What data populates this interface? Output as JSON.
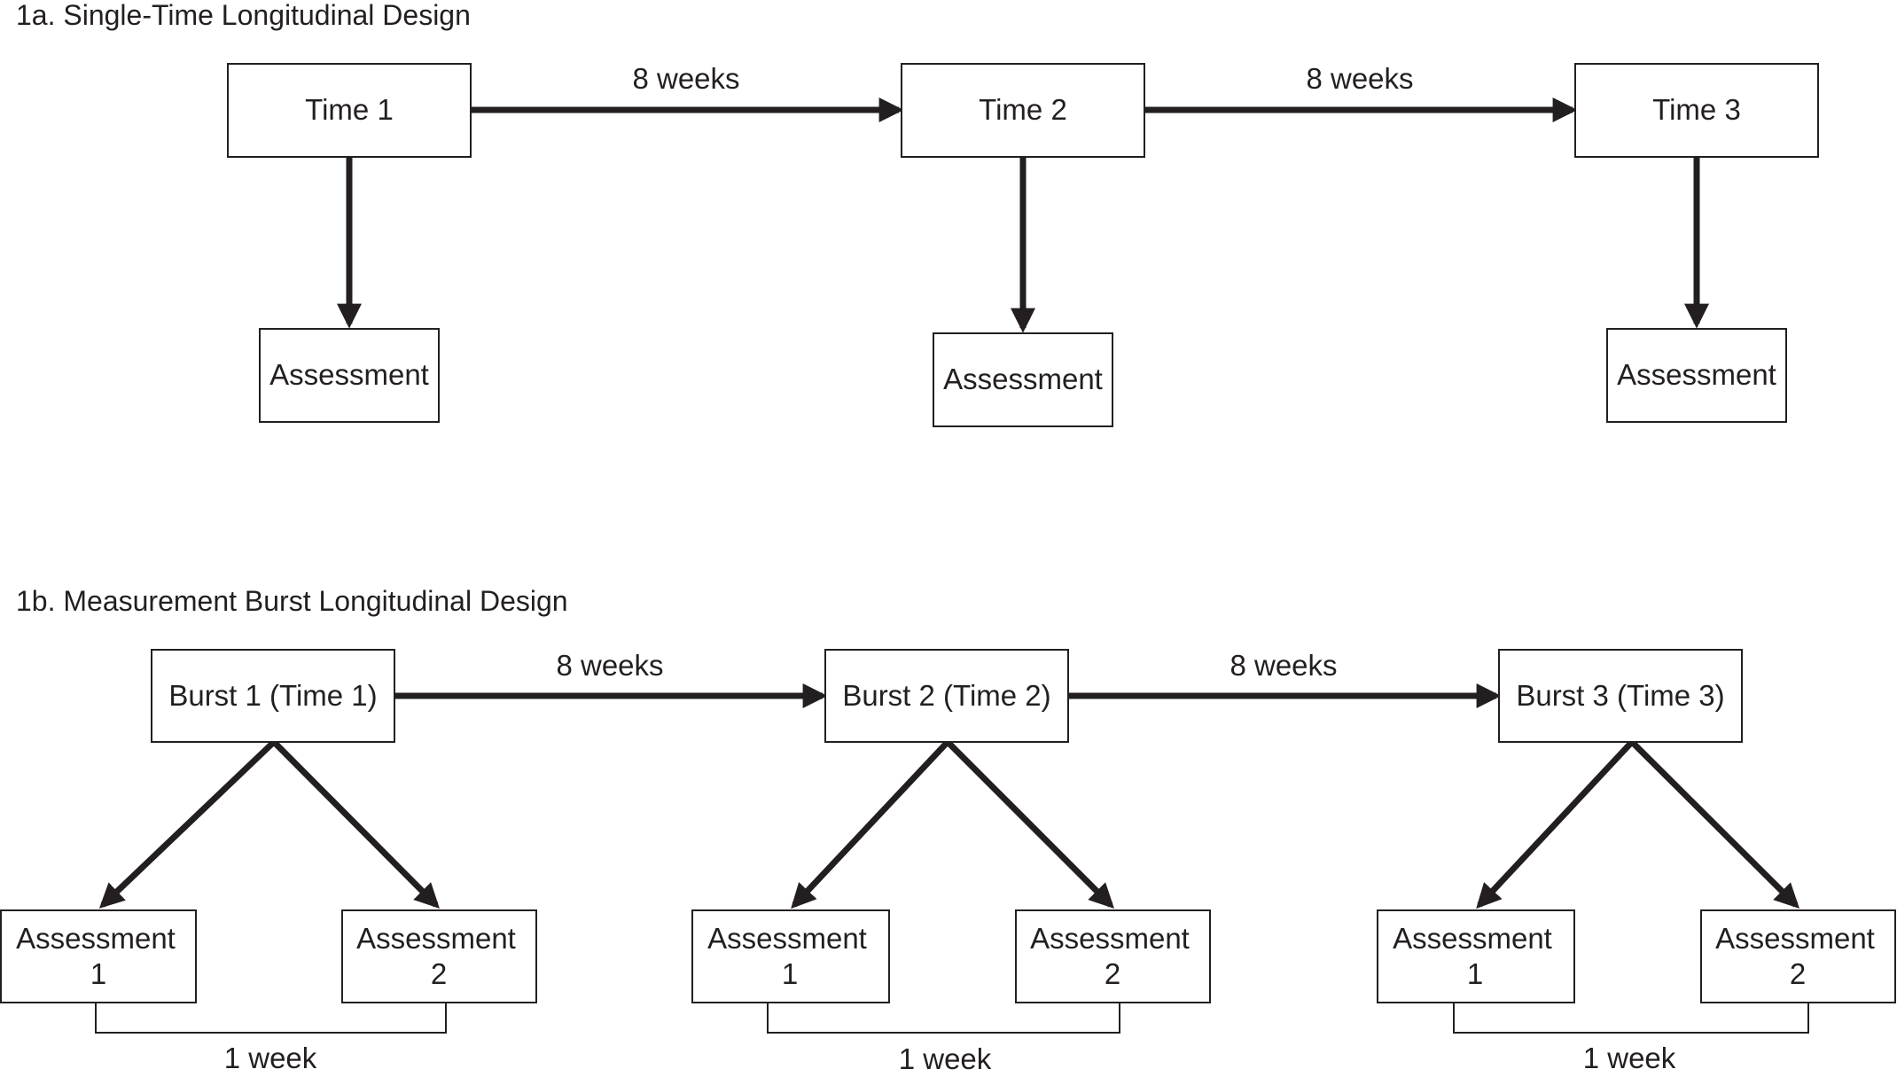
{
  "panel_a": {
    "title": "1a. Single-Time Longitudinal Design",
    "times": [
      {
        "label": "Time 1",
        "assessment": "Assessment"
      },
      {
        "label": "Time 2",
        "assessment": "Assessment"
      },
      {
        "label": "Time 3",
        "assessment": "Assessment"
      }
    ],
    "intervals": [
      "8 weeks",
      "8 weeks"
    ]
  },
  "panel_b": {
    "title": "1b. Measurement Burst Longitudinal Design",
    "bursts": [
      {
        "label": "Burst 1 (Time 1)",
        "assessments": [
          {
            "line1": "Assessment",
            "line2": "1"
          },
          {
            "line1": "Assessment",
            "line2": "2"
          }
        ],
        "span": "1 week"
      },
      {
        "label": "Burst 2 (Time 2)",
        "assessments": [
          {
            "line1": "Assessment",
            "line2": "1"
          },
          {
            "line1": "Assessment",
            "line2": "2"
          }
        ],
        "span": "1 week"
      },
      {
        "label": "Burst 3 (Time 3)",
        "assessments": [
          {
            "line1": "Assessment",
            "line2": "1"
          },
          {
            "line1": "Assessment",
            "line2": "2"
          }
        ],
        "span": "1 week"
      }
    ],
    "intervals": [
      "8 weeks",
      "8 weeks"
    ]
  }
}
